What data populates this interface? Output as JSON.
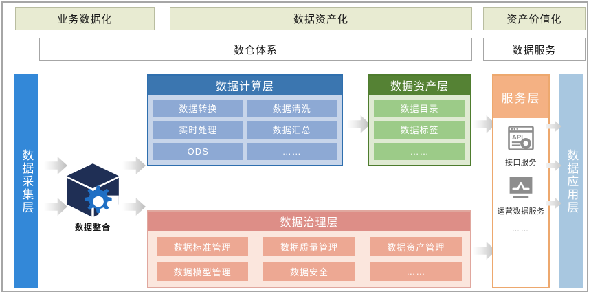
{
  "header": {
    "chips": [
      {
        "label": "业务数据化"
      },
      {
        "label": "数据资产化"
      },
      {
        "label": "资产价值化"
      }
    ],
    "subbars": [
      {
        "label": "数仓体系"
      },
      {
        "label": "数据服务"
      }
    ]
  },
  "side": {
    "collect": {
      "label": "数据采集层"
    },
    "apply": {
      "label": "数据应用层"
    }
  },
  "integration": {
    "label": "数据整合",
    "icon": "cube-gear-icon"
  },
  "layers": {
    "compute": {
      "title": "数据计算层",
      "cells": [
        "数据转换",
        "数据清洗",
        "实时处理",
        "数据汇总",
        "ODS",
        "……"
      ]
    },
    "asset": {
      "title": "数据资产层",
      "cells": [
        "数据目录",
        "数据标签",
        "……"
      ]
    },
    "govern": {
      "title": "数据治理层",
      "cells": [
        "数据标准管理",
        "数据质量管理",
        "数据资产管理",
        "数据模型管理",
        "数据安全",
        "……"
      ]
    },
    "service": {
      "title": "服务层",
      "items": [
        {
          "icon": "api-window-icon",
          "label": "接口服务"
        },
        {
          "icon": "chart-monitor-icon",
          "label": "运营数据服务"
        }
      ],
      "more": "……"
    }
  },
  "colors": {
    "chip_fill": "#e8ebd2",
    "collect_bar": "#3388d8",
    "apply_bar": "#a8c7e0",
    "compute_header": "#3b76b0",
    "compute_cell": "#8da9d4",
    "asset_header": "#558234",
    "asset_cell": "#9ccb88",
    "govern_header": "#dd8e87",
    "govern_cell": "#eda893",
    "service_header": "#f4b183",
    "cube_dark": "#1f2f55",
    "gear_blue": "#1f6fc4"
  }
}
